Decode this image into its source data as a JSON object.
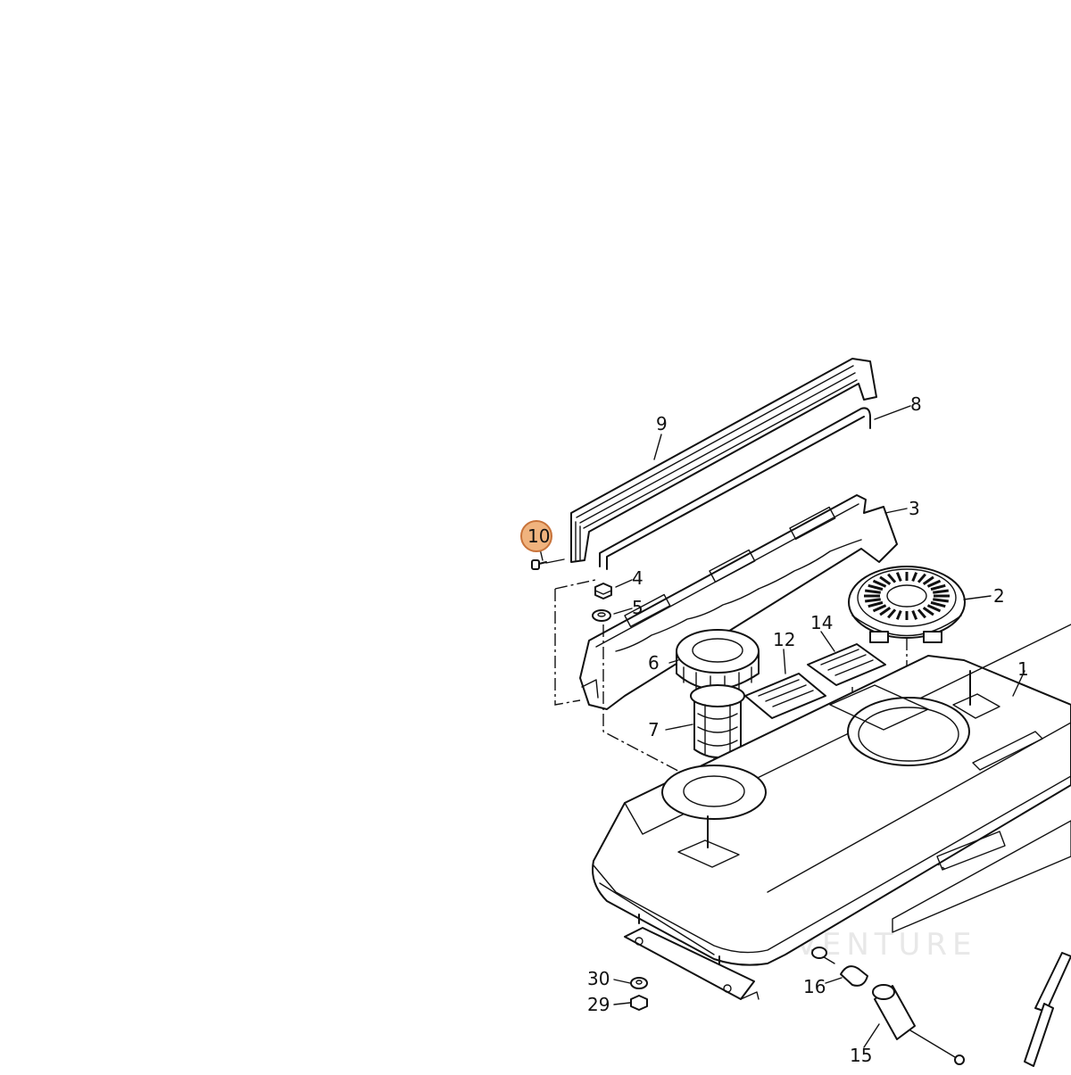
{
  "diagram": {
    "highlight_color": "#f0b37e",
    "highlight_stroke": "#c8733a",
    "line_color": "#111111",
    "callouts": [
      {
        "id": "1",
        "label": "1"
      },
      {
        "id": "2",
        "label": "2"
      },
      {
        "id": "3",
        "label": "3"
      },
      {
        "id": "4",
        "label": "4"
      },
      {
        "id": "5",
        "label": "5"
      },
      {
        "id": "6",
        "label": "6"
      },
      {
        "id": "7",
        "label": "7"
      },
      {
        "id": "8",
        "label": "8"
      },
      {
        "id": "9",
        "label": "9"
      },
      {
        "id": "10",
        "label": "10",
        "highlighted": true
      },
      {
        "id": "12",
        "label": "12"
      },
      {
        "id": "14",
        "label": "14"
      },
      {
        "id": "15",
        "label": "15"
      },
      {
        "id": "16",
        "label": "16"
      },
      {
        "id": "29",
        "label": "29"
      },
      {
        "id": "30",
        "label": "30"
      }
    ],
    "watermark": "DVENTURE"
  }
}
